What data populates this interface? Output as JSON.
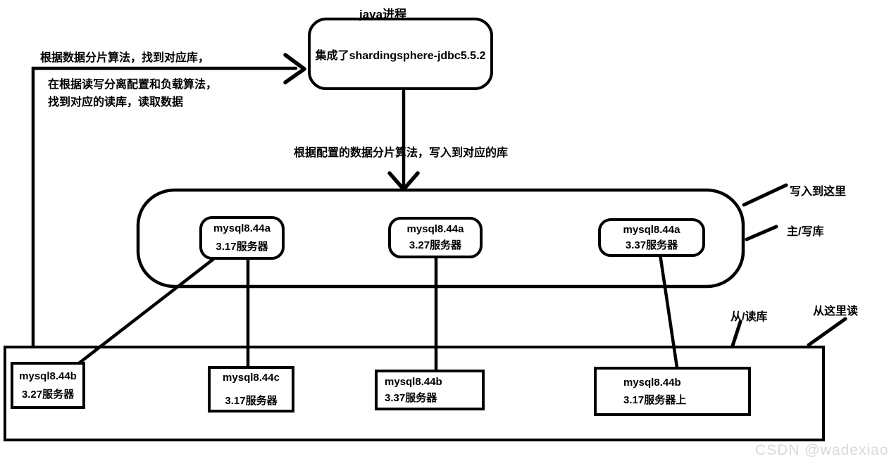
{
  "diagram": {
    "java_process_label": "java进程",
    "java_box_text": "集成了shardingsphere-jdbc5.5.2",
    "read_note": {
      "line1": "根据数据分片算法，找到对应库，",
      "line2": "在根据读写分离配置和负载算法，",
      "line3": "找到对应的读库，读取数据"
    },
    "write_note": "根据配置的数据分片算法，写入到对应的库",
    "labels": {
      "write_here": "写入到这里",
      "master_db": "主/写库",
      "slave_db": "从/读库",
      "read_here": "从这里读"
    },
    "master_nodes": [
      {
        "name": "mysql8.44a",
        "server": "3.17服务器"
      },
      {
        "name": "mysql8.44a",
        "server": "3.27服务器"
      },
      {
        "name": "mysql8.44a",
        "server": "3.37服务器"
      }
    ],
    "slave_nodes": [
      {
        "name": "mysql8.44b",
        "server": "3.27服务器"
      },
      {
        "name": "mysql8.44c",
        "server": "3.17服务器"
      },
      {
        "name": "mysql8.44b",
        "server": "3.37服务器"
      },
      {
        "name": "mysql8.44b",
        "server": "3.17服务器上"
      }
    ],
    "watermark": "CSDN @wadexiao",
    "colors": {
      "line": "#000000",
      "background": "#ffffff",
      "watermark": "#d9d9d9"
    }
  }
}
